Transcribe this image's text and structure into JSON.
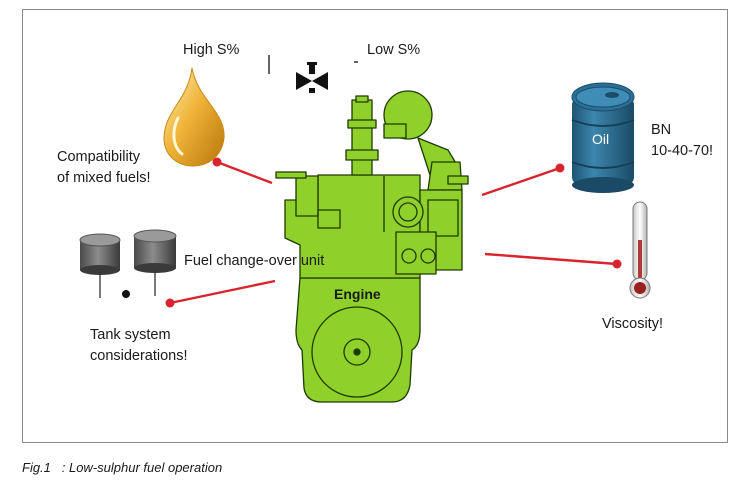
{
  "labels": {
    "high_sulphur": "High S%",
    "low_sulphur": "Low S%",
    "compatibility_line1": "Compatibility",
    "compatibility_line2": "of mixed fuels!",
    "fuel_changeover": "Fuel change-over unit",
    "tank_line1": "Tank system",
    "tank_line2": "considerations!",
    "engine": "Engine",
    "oil": "Oil",
    "bn_line1": "BN",
    "bn_line2": "10-40-70!",
    "viscosity": "Viscosity!"
  },
  "caption": {
    "fig": "Fig.1",
    "text": "   : Low-sulphur fuel operation"
  },
  "colors": {
    "engine_green": "#8fd12a",
    "engine_outline": "#1e3a00",
    "connector_red": "#d9232e",
    "barrel_blue": "#2a6f96",
    "fuel_drop": "#e0a020",
    "frame_border": "#8a8a8a"
  },
  "icons": [
    "fuel-drop-icon",
    "valve-icon",
    "oil-barrel-icon",
    "thermometer-icon",
    "tank-icon"
  ]
}
